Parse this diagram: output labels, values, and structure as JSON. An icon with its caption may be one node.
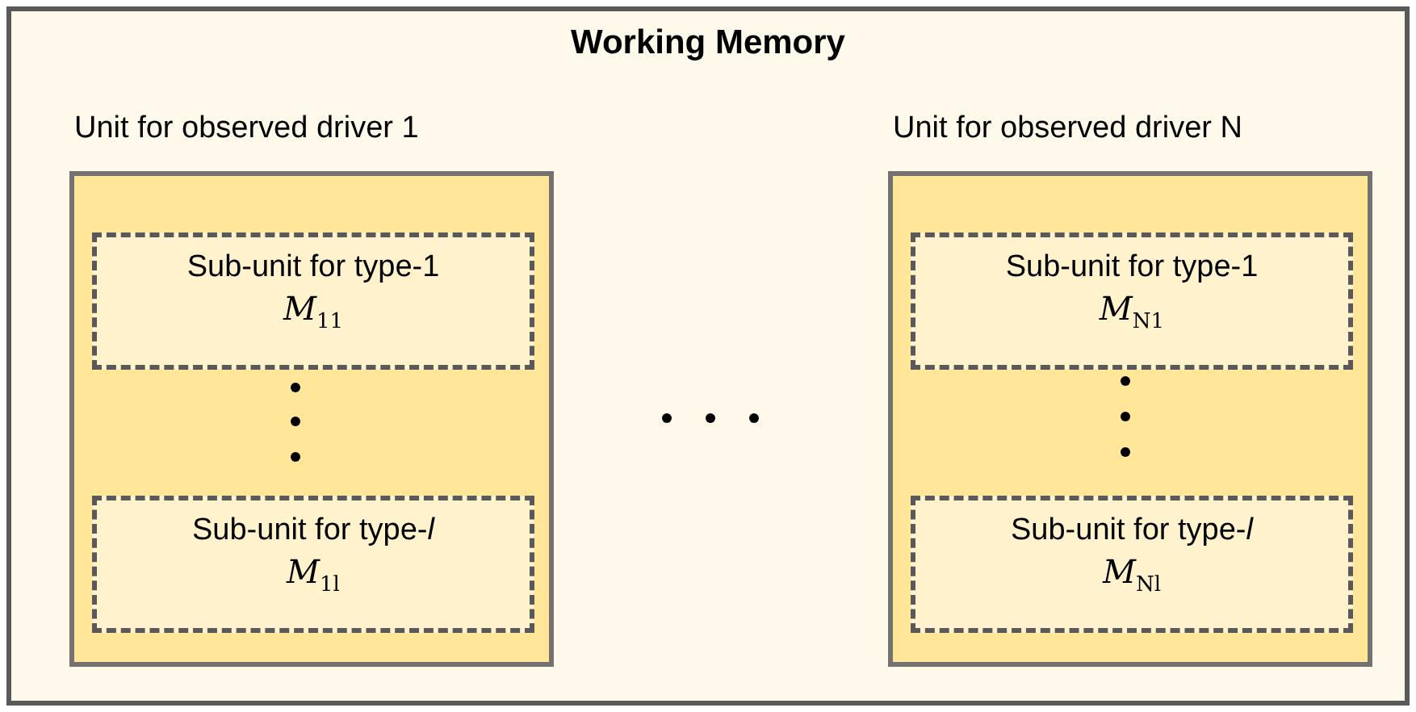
{
  "diagram": {
    "nodes": [
      {
        "text": [
          "Working Memory"
        ]
      },
      {
        "text": [
          "Unit for observed driver 1"
        ],
        "in": 0
      },
      {
        "text": [
          "Sub-unit for type-1",
          "*M*$_{11}$"
        ],
        "in": 1
      },
      {
        "text": [
          "Sub-unit for type-*l*",
          "*M*$_{1l}$"
        ],
        "in": 1
      },
      {
        "text": [
          "Unit for observed driver N"
        ],
        "in": 0
      },
      {
        "text": [
          "Sub-unit for type-1",
          "*M*$_{N1}$"
        ],
        "in": 4
      },
      {
        "text": [
          "Sub-unit for type-*l*",
          "*M*$_{Nl}$"
        ],
        "in": 4
      }
    ]
  }
}
